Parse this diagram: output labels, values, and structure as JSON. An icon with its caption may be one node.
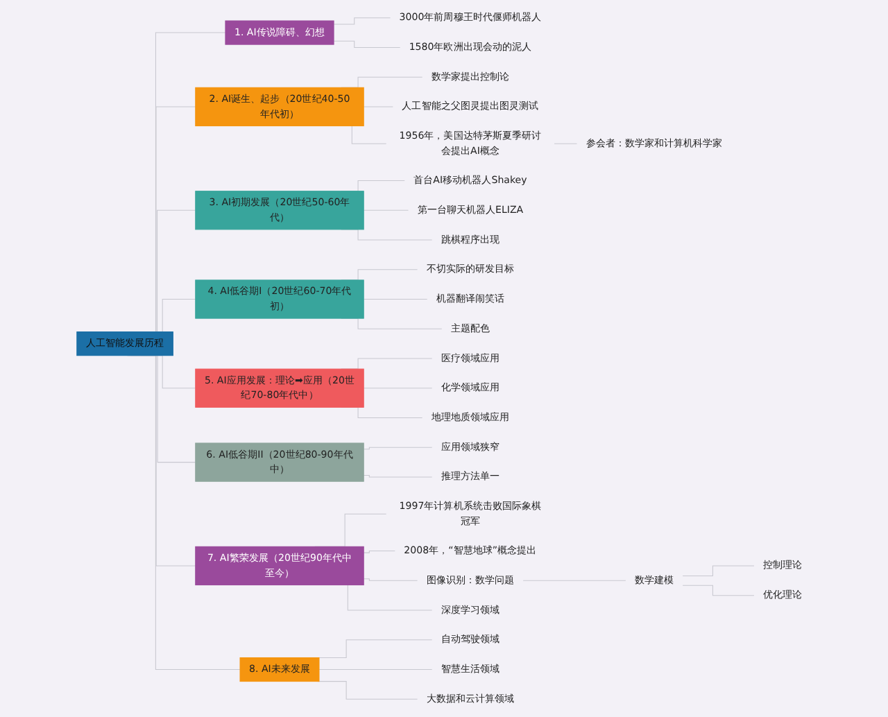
{
  "diagram": {
    "nodes": [
      {
        "text": [
          "人工智能发展历程"
        ]
      },
      {
        "text": [
          "1. AI传说障碍、幻想"
        ]
      },
      {
        "text": [
          "3000年前周穆王时代偃师机器人"
        ]
      },
      {
        "text": [
          "1580年欧洲出现会动的泥人"
        ]
      },
      {
        "text": [
          "2. AI诞生、起步（20世纪40-50年代初）"
        ]
      },
      {
        "text": [
          "数学家提出控制论"
        ]
      },
      {
        "text": [
          "人工智能之父图灵提出图灵测试"
        ]
      },
      {
        "text": [
          "1956年，美国达特茅斯夏季研讨会提出AI概念"
        ]
      },
      {
        "text": [
          "参会者：数学家和计算机科学家"
        ]
      },
      {
        "text": [
          "3. AI初期发展（20世纪50-60年代）"
        ]
      },
      {
        "text": [
          "首台AI移动机器人Shakey"
        ]
      },
      {
        "text": [
          "第一台聊天机器人ELIZA"
        ]
      },
      {
        "text": [
          "跳棋程序出现"
        ]
      },
      {
        "text": [
          "4. AI低谷期I（20世纪60-70年代初）"
        ]
      },
      {
        "text": [
          "不切实际的研发目标"
        ]
      },
      {
        "text": [
          "机器翻译闹笑话"
        ]
      },
      {
        "text": [
          "主题配色"
        ]
      },
      {
        "text": [
          "5. AI应用发展：理论➡应用（20世纪70-80年代中）"
        ]
      },
      {
        "text": [
          "医疗领域应用"
        ]
      },
      {
        "text": [
          "化学领域应用"
        ]
      },
      {
        "text": [
          "地理地质领域应用"
        ]
      },
      {
        "text": [
          "6. AI低谷期II（20世纪80-90年代中）"
        ]
      },
      {
        "text": [
          "应用领域狭窄"
        ]
      },
      {
        "text": [
          "推理方法单一"
        ]
      },
      {
        "text": [
          "7. AI繁荣发展（20世纪90年代中至今）"
        ]
      },
      {
        "text": [
          "1997年计算机系统击败国际象棋冠军"
        ]
      },
      {
        "text": [
          "2008年，“智慧地球”概念提出"
        ]
      },
      {
        "text": [
          "图像识别：数学问题"
        ]
      },
      {
        "text": [
          "数学建模"
        ]
      },
      {
        "text": [
          "控制理论"
        ]
      },
      {
        "text": [
          "优化理论"
        ]
      },
      {
        "text": [
          "深度学习领域"
        ]
      },
      {
        "text": [
          "8. AI未来发展"
        ]
      },
      {
        "text": [
          "自动驾驶领域"
        ]
      },
      {
        "text": [
          "智慧生活领域"
        ]
      },
      {
        "text": [
          "大数据和云计算领域"
        ]
      }
    ],
    "edges": [
      {
        "from": 0,
        "to": 1,
        "arrow": "none"
      },
      {
        "from": 1,
        "to": 2,
        "arrow": "none"
      },
      {
        "from": 1,
        "to": 3,
        "arrow": "none"
      },
      {
        "from": 0,
        "to": 4,
        "arrow": "none"
      },
      {
        "from": 4,
        "to": 5,
        "arrow": "none"
      },
      {
        "from": 4,
        "to": 6,
        "arrow": "none"
      },
      {
        "from": 4,
        "to": 7,
        "arrow": "none"
      },
      {
        "from": 7,
        "to": 8,
        "arrow": "none"
      },
      {
        "from": 0,
        "to": 9,
        "arrow": "none"
      },
      {
        "from": 9,
        "to": 10,
        "arrow": "none"
      },
      {
        "from": 9,
        "to": 11,
        "arrow": "none"
      },
      {
        "from": 9,
        "to": 12,
        "arrow": "none"
      },
      {
        "from": 0,
        "to": 13,
        "arrow": "none"
      },
      {
        "from": 13,
        "to": 14,
        "arrow": "none"
      },
      {
        "from": 13,
        "to": 15,
        "arrow": "none"
      },
      {
        "from": 13,
        "to": 16,
        "arrow": "none"
      },
      {
        "from": 0,
        "to": 17,
        "arrow": "none"
      },
      {
        "from": 17,
        "to": 18,
        "arrow": "none"
      },
      {
        "from": 17,
        "to": 19,
        "arrow": "none"
      },
      {
        "from": 17,
        "to": 20,
        "arrow": "none"
      },
      {
        "from": 0,
        "to": 21,
        "arrow": "none"
      },
      {
        "from": 21,
        "to": 22,
        "arrow": "none"
      },
      {
        "from": 21,
        "to": 23,
        "arrow": "none"
      },
      {
        "from": 0,
        "to": 24,
        "arrow": "none"
      },
      {
        "from": 24,
        "to": 25,
        "arrow": "none"
      },
      {
        "from": 24,
        "to": 26,
        "arrow": "none"
      },
      {
        "from": 24,
        "to": 27,
        "arrow": "none"
      },
      {
        "from": 27,
        "to": 28,
        "arrow": "none"
      },
      {
        "from": 28,
        "to": 29,
        "arrow": "none"
      },
      {
        "from": 28,
        "to": 30,
        "arrow": "none"
      },
      {
        "from": 24,
        "to": 31,
        "arrow": "none"
      },
      {
        "from": 0,
        "to": 32,
        "arrow": "none"
      },
      {
        "from": 32,
        "to": 33,
        "arrow": "none"
      },
      {
        "from": 32,
        "to": 34,
        "arrow": "none"
      },
      {
        "from": 32,
        "to": 35,
        "arrow": "none"
      }
    ]
  }
}
